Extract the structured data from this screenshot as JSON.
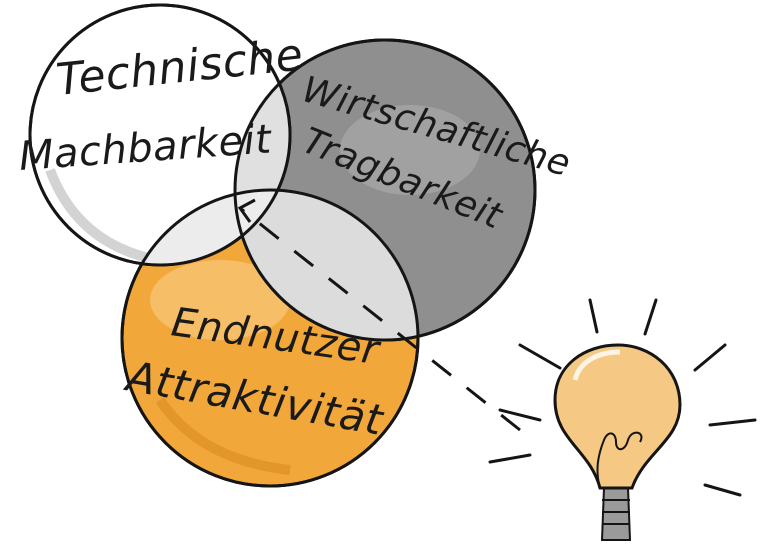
{
  "circles": {
    "technical": {
      "line1": "Technische",
      "line2": "Machbarkeit",
      "fill": "#ffffff"
    },
    "economic": {
      "line1": "Wirtschaftliche",
      "line2": "Tragbarkeit",
      "fill": "#8f8f8f"
    },
    "user": {
      "line1": "Endnutzer",
      "line2": "Attraktivität",
      "fill": "#f2a73b"
    }
  },
  "colors": {
    "outline": "#151515",
    "overlap": "#d9d9d9",
    "bulb": "#f5c983",
    "bulb_shadow": "#e3a85a",
    "base": "#9a9a9a"
  },
  "icons": [
    "lightbulb-icon",
    "arrow-icon"
  ]
}
